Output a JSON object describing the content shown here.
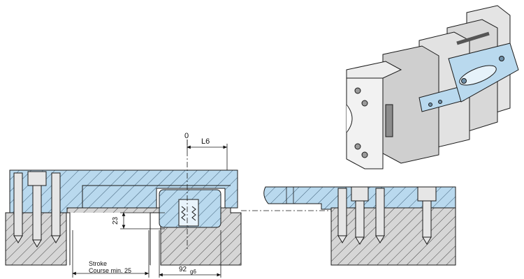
{
  "colors": {
    "part_blue": "#b9d9ee",
    "part_blue_dark": "#8fb9d6",
    "plate_grey": "#d6d6d6",
    "iso_grey_light": "#e4e4e4",
    "iso_grey_mid": "#c8c8c8",
    "iso_grey_dark": "#a8a8a8",
    "line": "#1a1a1a"
  },
  "dimensions": {
    "zero_label": "0",
    "l6_label": "L6",
    "height_label": "23",
    "width_label": "92",
    "width_tolerance": "g6",
    "stroke_label_en": "Stroke",
    "stroke_label_fr": "Course min. 25"
  }
}
